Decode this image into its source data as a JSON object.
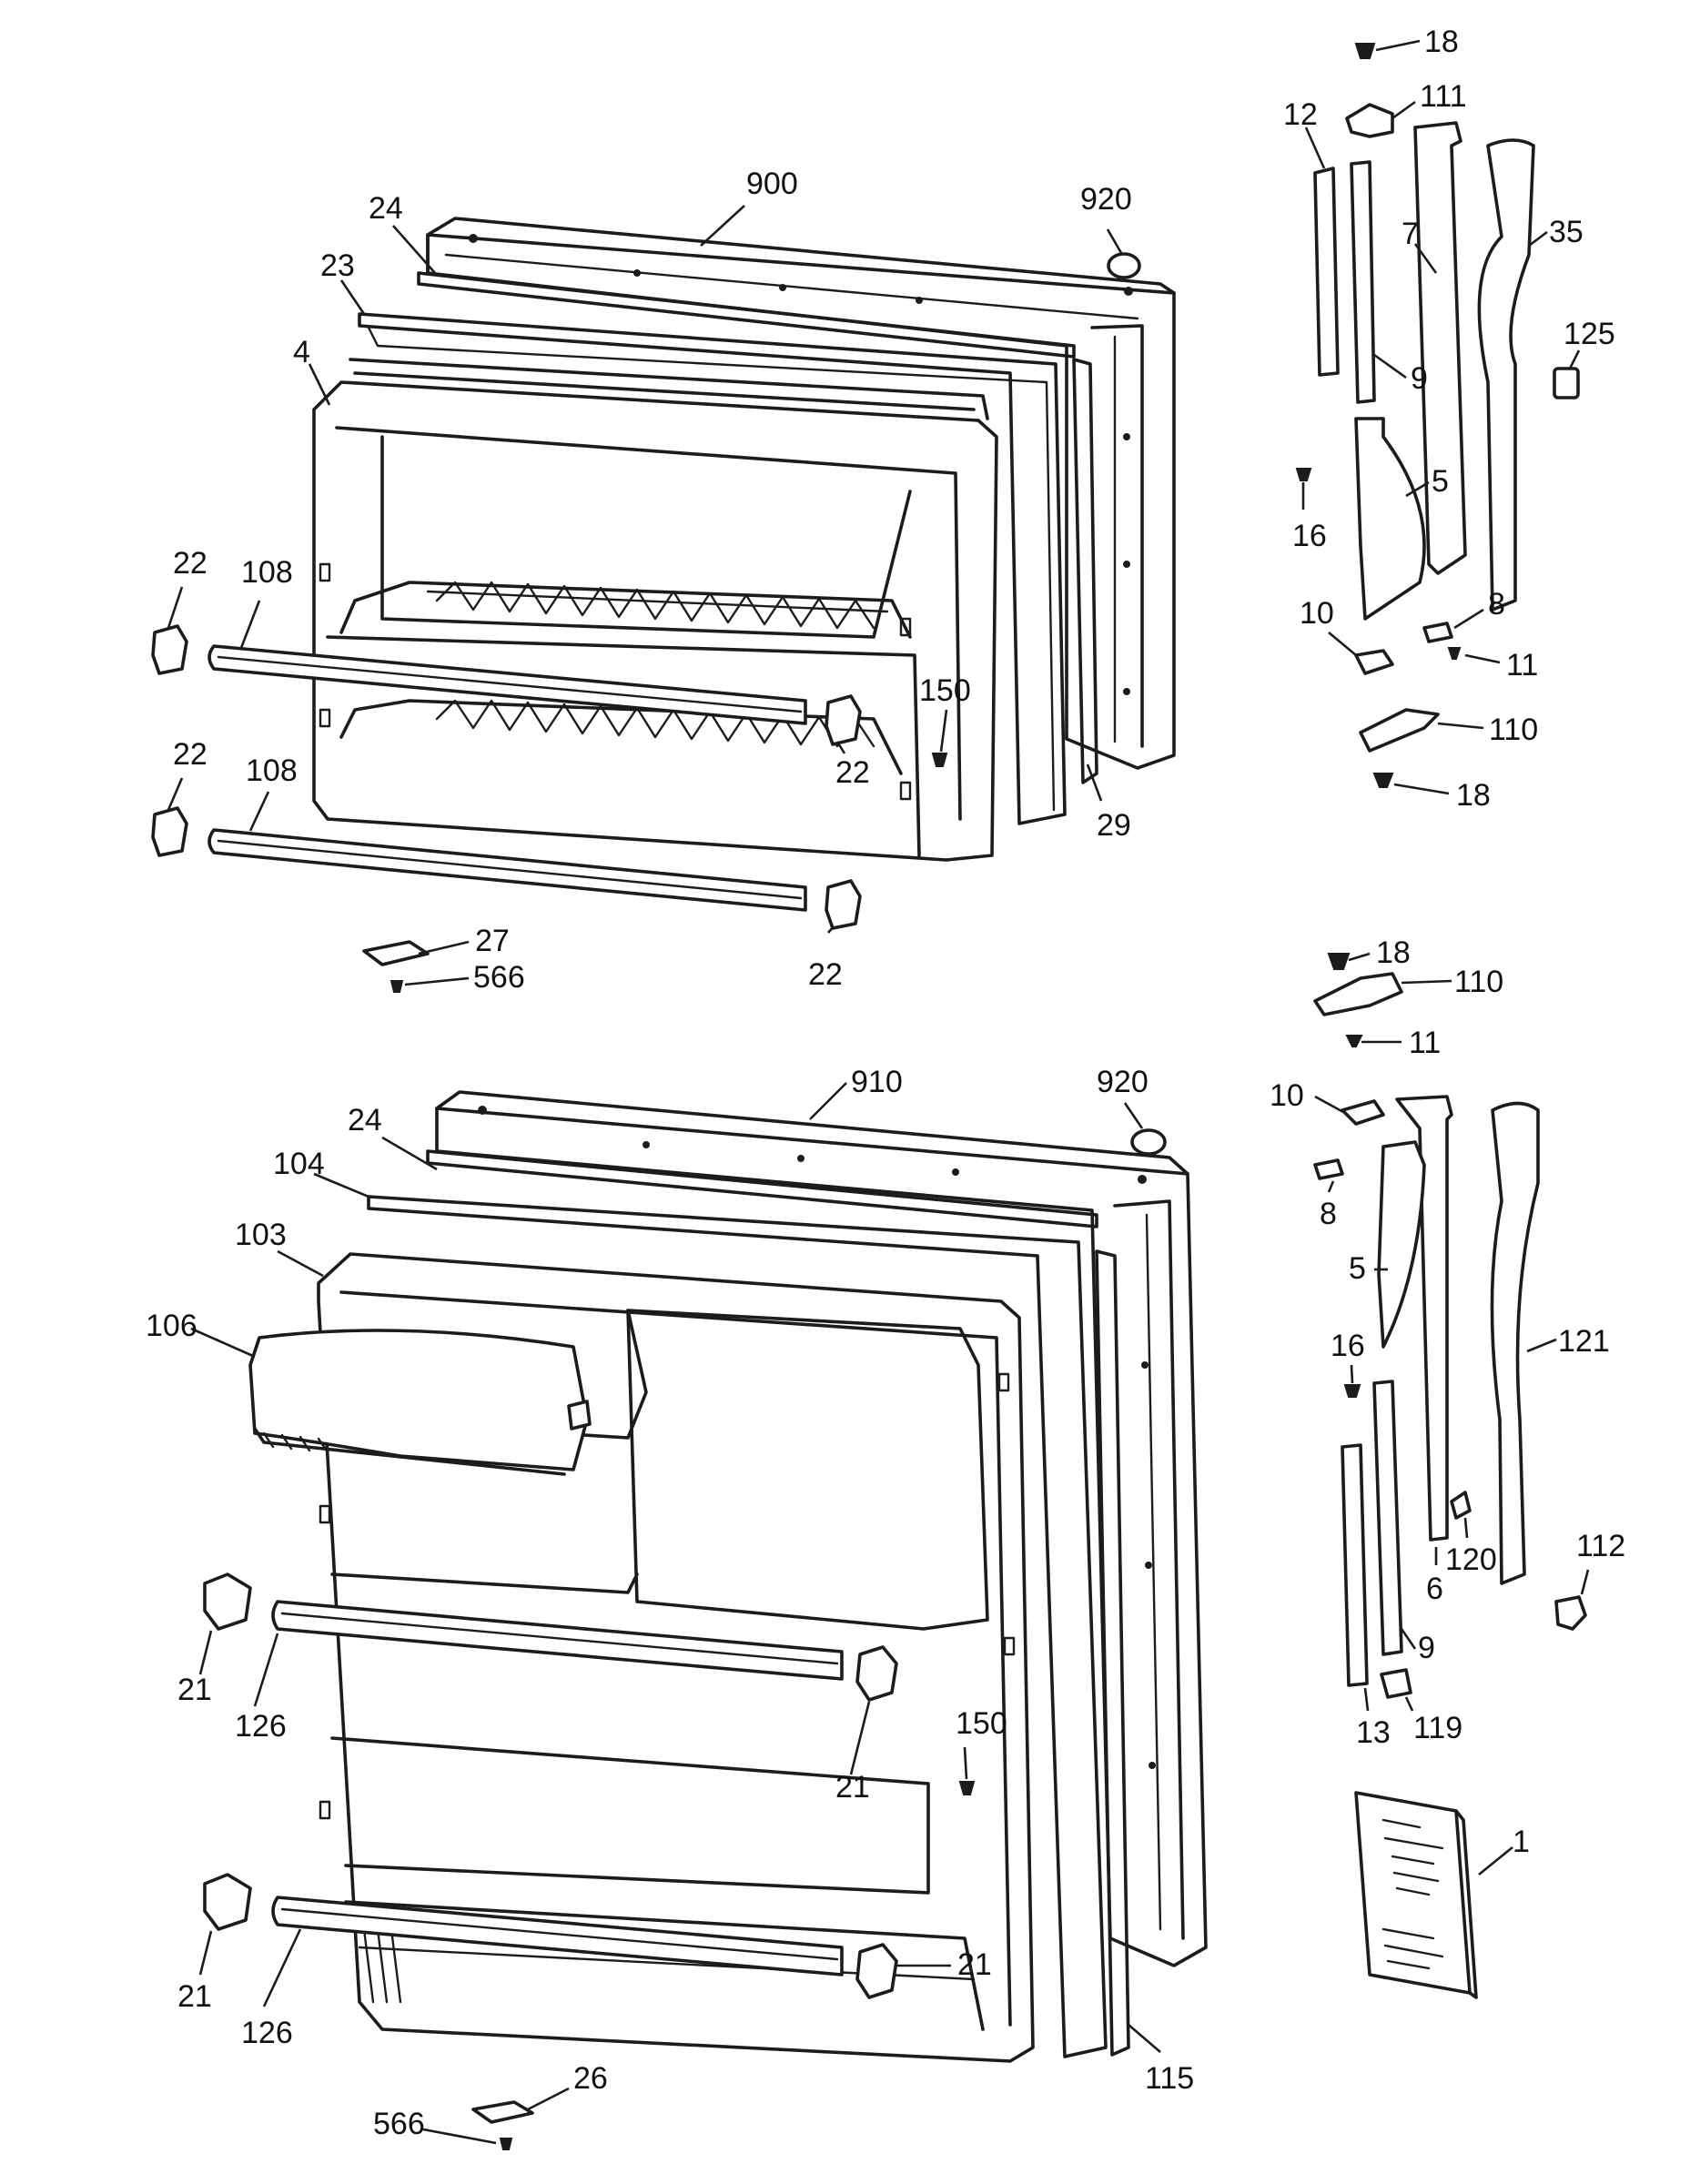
{
  "callouts": {
    "c18a": "18",
    "c111": "111",
    "c12": "12",
    "c7": "7",
    "c35": "35",
    "c125": "125",
    "c9a": "9",
    "c5a": "5",
    "c16a": "16",
    "c10a": "10",
    "c8a": "8",
    "c11a": "11",
    "c110a": "110",
    "c18b": "18",
    "c900": "900",
    "c920a": "920",
    "c24a": "24",
    "c23": "23",
    "c4": "4",
    "c22a": "22",
    "c108a": "108",
    "c22b": "22",
    "c150a": "150",
    "c29": "29",
    "c22c": "22",
    "c108b": "108",
    "c22d": "22",
    "c27": "27",
    "c566a": "566",
    "c18c": "18",
    "c110b": "110",
    "c11b": "11",
    "c10b": "10",
    "c8b": "8",
    "c5b": "5",
    "c16b": "16",
    "c121": "121",
    "c120": "120",
    "c6": "6",
    "c112": "112",
    "c9b": "9",
    "c13": "13",
    "c119": "119",
    "c1": "1",
    "c910": "910",
    "c920b": "920",
    "c24b": "24",
    "c104": "104",
    "c103": "103",
    "c106": "106",
    "c21a": "21",
    "c126a": "126",
    "c150b": "150",
    "c21b": "21",
    "c21c": "21",
    "c126b": "126",
    "c21d": "21",
    "c115": "115",
    "c26": "26",
    "c566b": "566"
  }
}
